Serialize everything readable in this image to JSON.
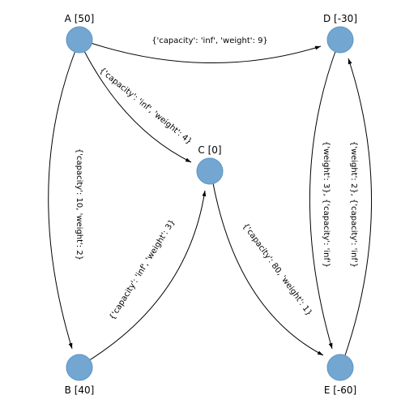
{
  "diagram": {
    "nodes": {
      "a": {
        "label": "A [50]"
      },
      "b": {
        "label": "B [40]"
      },
      "c": {
        "label": "C [0]"
      },
      "d": {
        "label": "D [-30]"
      },
      "e": {
        "label": "E [-60]"
      }
    },
    "edges": {
      "a_d": {
        "from": "A",
        "to": "D",
        "label": "{'capacity': 'inf', 'weight': 9}"
      },
      "a_c": {
        "from": "A",
        "to": "C",
        "label": "{'capacity': 'inf', 'weight': 4}"
      },
      "a_b": {
        "from": "A",
        "to": "B",
        "label": "{'capacity': 10, 'weight': 2}"
      },
      "b_c": {
        "from": "B",
        "to": "C",
        "label": "{'capacity': 'inf', 'weight': 3}"
      },
      "c_e": {
        "from": "C",
        "to": "E",
        "label": "{'capacity': 80, 'weight': 1}"
      },
      "d_e": {
        "from": "D",
        "to": "E",
        "label": "{'weight': 3}, {'capacity': 'inf'}"
      },
      "e_d": {
        "from": "E",
        "to": "D",
        "label": "{'weight': 2}, {'capacity': 'inf'}"
      }
    }
  }
}
